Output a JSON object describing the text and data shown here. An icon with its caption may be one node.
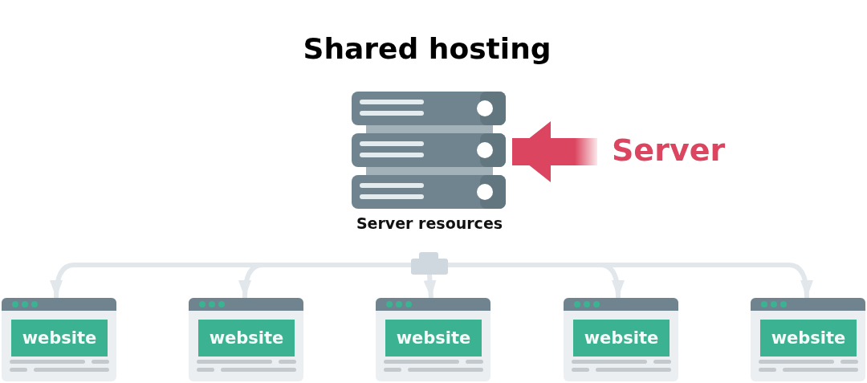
{
  "diagram": {
    "title": "Shared hosting",
    "nodes": [
      {
        "text": [
          "Server resources"
        ]
      },
      {
        "text": [
          "Server"
        ]
      },
      {
        "text": [],
        "shape": "box"
      },
      {
        "text": [
          "website"
        ]
      },
      {
        "text": [
          "website"
        ]
      },
      {
        "text": [
          "website"
        ]
      },
      {
        "text": [
          "website"
        ]
      },
      {
        "text": [
          "website"
        ]
      }
    ],
    "edges": [
      {
        "from": 1,
        "to": 0,
        "arrow": "to",
        "style": "thick",
        "color": "#dc4560"
      },
      {
        "from": 2,
        "to": 3,
        "arrow": "to"
      },
      {
        "from": 2,
        "to": 4,
        "arrow": "to"
      },
      {
        "from": 2,
        "to": 5,
        "arrow": "to"
      },
      {
        "from": 2,
        "to": 6,
        "arrow": "to"
      },
      {
        "from": 2,
        "to": 7,
        "arrow": "to"
      }
    ]
  }
}
